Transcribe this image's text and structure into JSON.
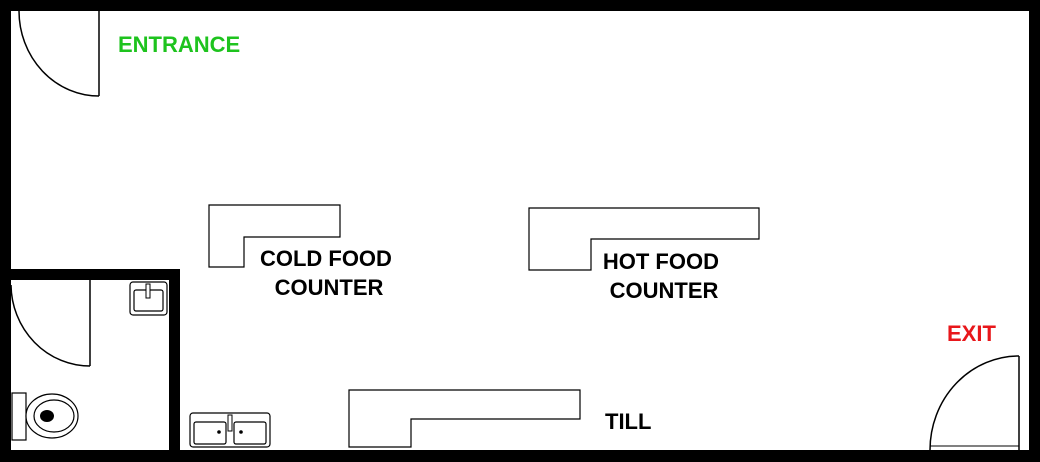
{
  "floor_plan": {
    "entrance_label": "ENTRANCE",
    "exit_label": "EXIT",
    "cold_counter": {
      "line1": "COLD FOOD",
      "line2": "COUNTER"
    },
    "hot_counter": {
      "line1": "HOT FOOD",
      "line2": "COUNTER"
    },
    "till_label": "TILL"
  },
  "colors": {
    "wall": "#000000",
    "background": "#ffffff",
    "entrance": "#1ec31e",
    "exit": "#e8171b",
    "text": "#000000"
  }
}
